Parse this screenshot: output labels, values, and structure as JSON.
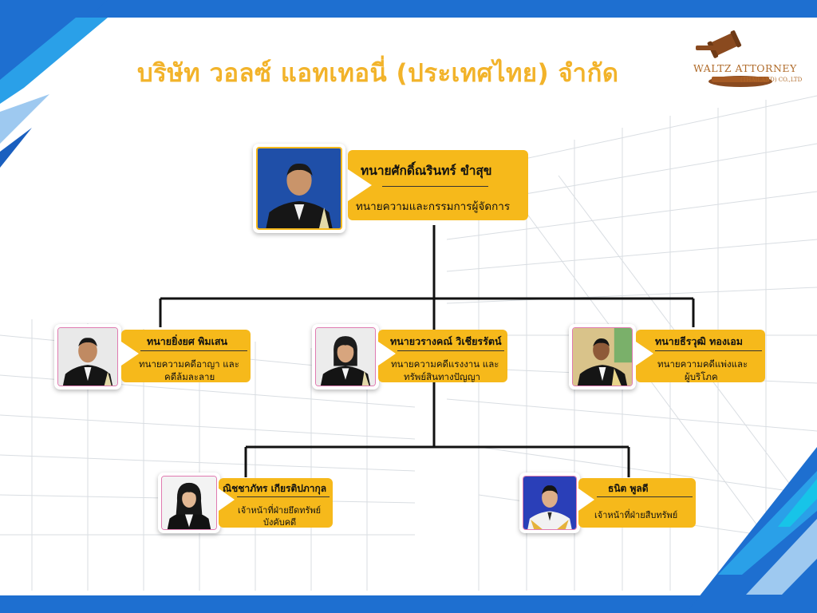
{
  "title": "บริษัท วอลซ์ แอทเทอนี่ (ประเทศไทย) จำกัด",
  "logo": {
    "line1": "WALTZ ATTORNEY",
    "line2": "(THAILAND) CO.,LTD"
  },
  "colors": {
    "accent_yellow": "#f6b91b",
    "title_gold": "#f2b32a",
    "frame_blue": "#1e6fd0",
    "connector": "#111111"
  },
  "org": {
    "director": {
      "name": "ทนายศักดิ์ณรินทร์  ขำสุข",
      "role": "ทนายความและกรรมการผู้จัดการ"
    },
    "lawyers": [
      {
        "name": "ทนายยิ่งยศ  พิมเสน",
        "role_line1": "ทนายความคดีอาญา และ",
        "role_line2": "คดีล้มละลาย"
      },
      {
        "name": "ทนายวรางคณ์ วิเชียรรัตน์",
        "role_line1": "ทนายความคดีแรงงาน และ",
        "role_line2": "ทรัพย์สินทางปัญญา"
      },
      {
        "name": "ทนายธีรวุฒิ ทองเอม",
        "role_line1": "ทนายความคดีแพ่งและ",
        "role_line2": "ผู้บริโภค"
      }
    ],
    "staff": [
      {
        "name": "ณิชชาภัทร เกียรติปภากุล",
        "role_line1": "เจ้าหน้าที่ฝ่ายยึดทรัพย์",
        "role_line2": "บังคับคดี"
      },
      {
        "name": "ธนิต  พูลดี",
        "role_line1": "เจ้าหน้าที่ฝ่ายสืบทรัพย์"
      }
    ]
  }
}
